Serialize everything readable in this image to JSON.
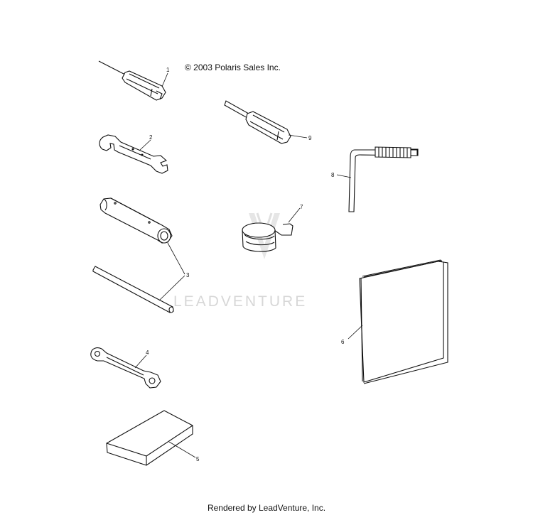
{
  "copyright": "© 2003 Polaris Sales Inc.",
  "footer": "Rendered by LeadVenture, Inc.",
  "watermark": "LEADVENTURE",
  "colors": {
    "line": "#111111",
    "watermark": "#d7d7d7"
  },
  "callouts": {
    "c1": "1",
    "c2": "2",
    "c3": "3",
    "c4": "4",
    "c5": "5",
    "c6": "6",
    "c7": "7",
    "c8": "8",
    "c9": "9"
  },
  "parts": [
    {
      "ref": "1",
      "icon": "screwdriver-icon"
    },
    {
      "ref": "2",
      "icon": "open-end-wrench-icon"
    },
    {
      "ref": "3",
      "icon": "socket-tube-wrench-icon"
    },
    {
      "ref": "4",
      "icon": "combination-wrench-icon"
    },
    {
      "ref": "5",
      "icon": "tool-pouch-icon"
    },
    {
      "ref": "6",
      "icon": "owners-manual-icon"
    },
    {
      "ref": "7",
      "icon": "strap-icon"
    },
    {
      "ref": "8",
      "icon": "hex-key-icon"
    },
    {
      "ref": "9",
      "icon": "screwdriver-icon"
    }
  ]
}
